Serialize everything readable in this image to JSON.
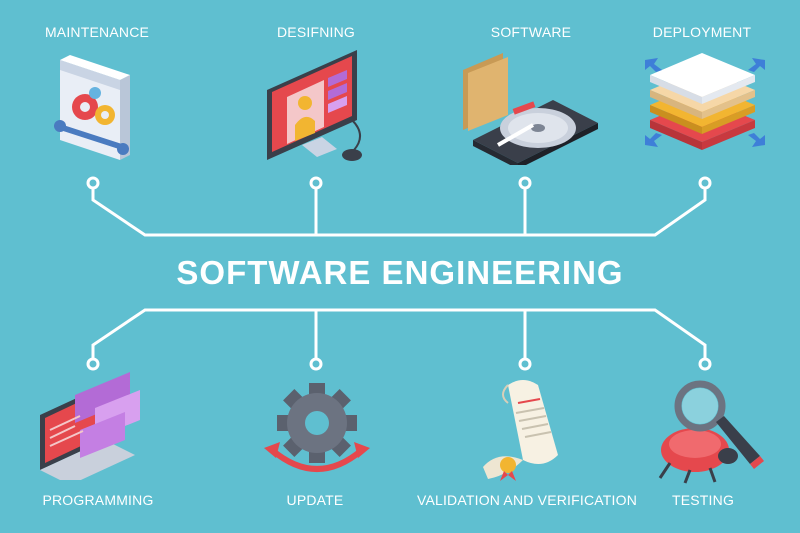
{
  "title": "SOFTWARE ENGINEERING",
  "top_nodes": [
    {
      "label": "MAINTENANCE",
      "icon": "maintenance-icon"
    },
    {
      "label": "DESIFNING",
      "icon": "design-monitor-icon"
    },
    {
      "label": "SOFTWARE",
      "icon": "software-hard-drive-icon"
    },
    {
      "label": "DEPLOYMENT",
      "icon": "deployment-layers-icon"
    }
  ],
  "bottom_nodes": [
    {
      "label": "PROGRAMMING",
      "icon": "programming-laptop-icon"
    },
    {
      "label": "UPDATE",
      "icon": "update-gear-icon"
    },
    {
      "label": "VALIDATION AND VERIFICATION",
      "icon": "certificate-icon"
    },
    {
      "label": "TESTING",
      "icon": "bug-magnifier-icon"
    }
  ],
  "colors": {
    "background": "#5fbfd0",
    "lines": "#ffffff",
    "accent_red": "#e5484d",
    "accent_purple": "#b36bd6"
  }
}
